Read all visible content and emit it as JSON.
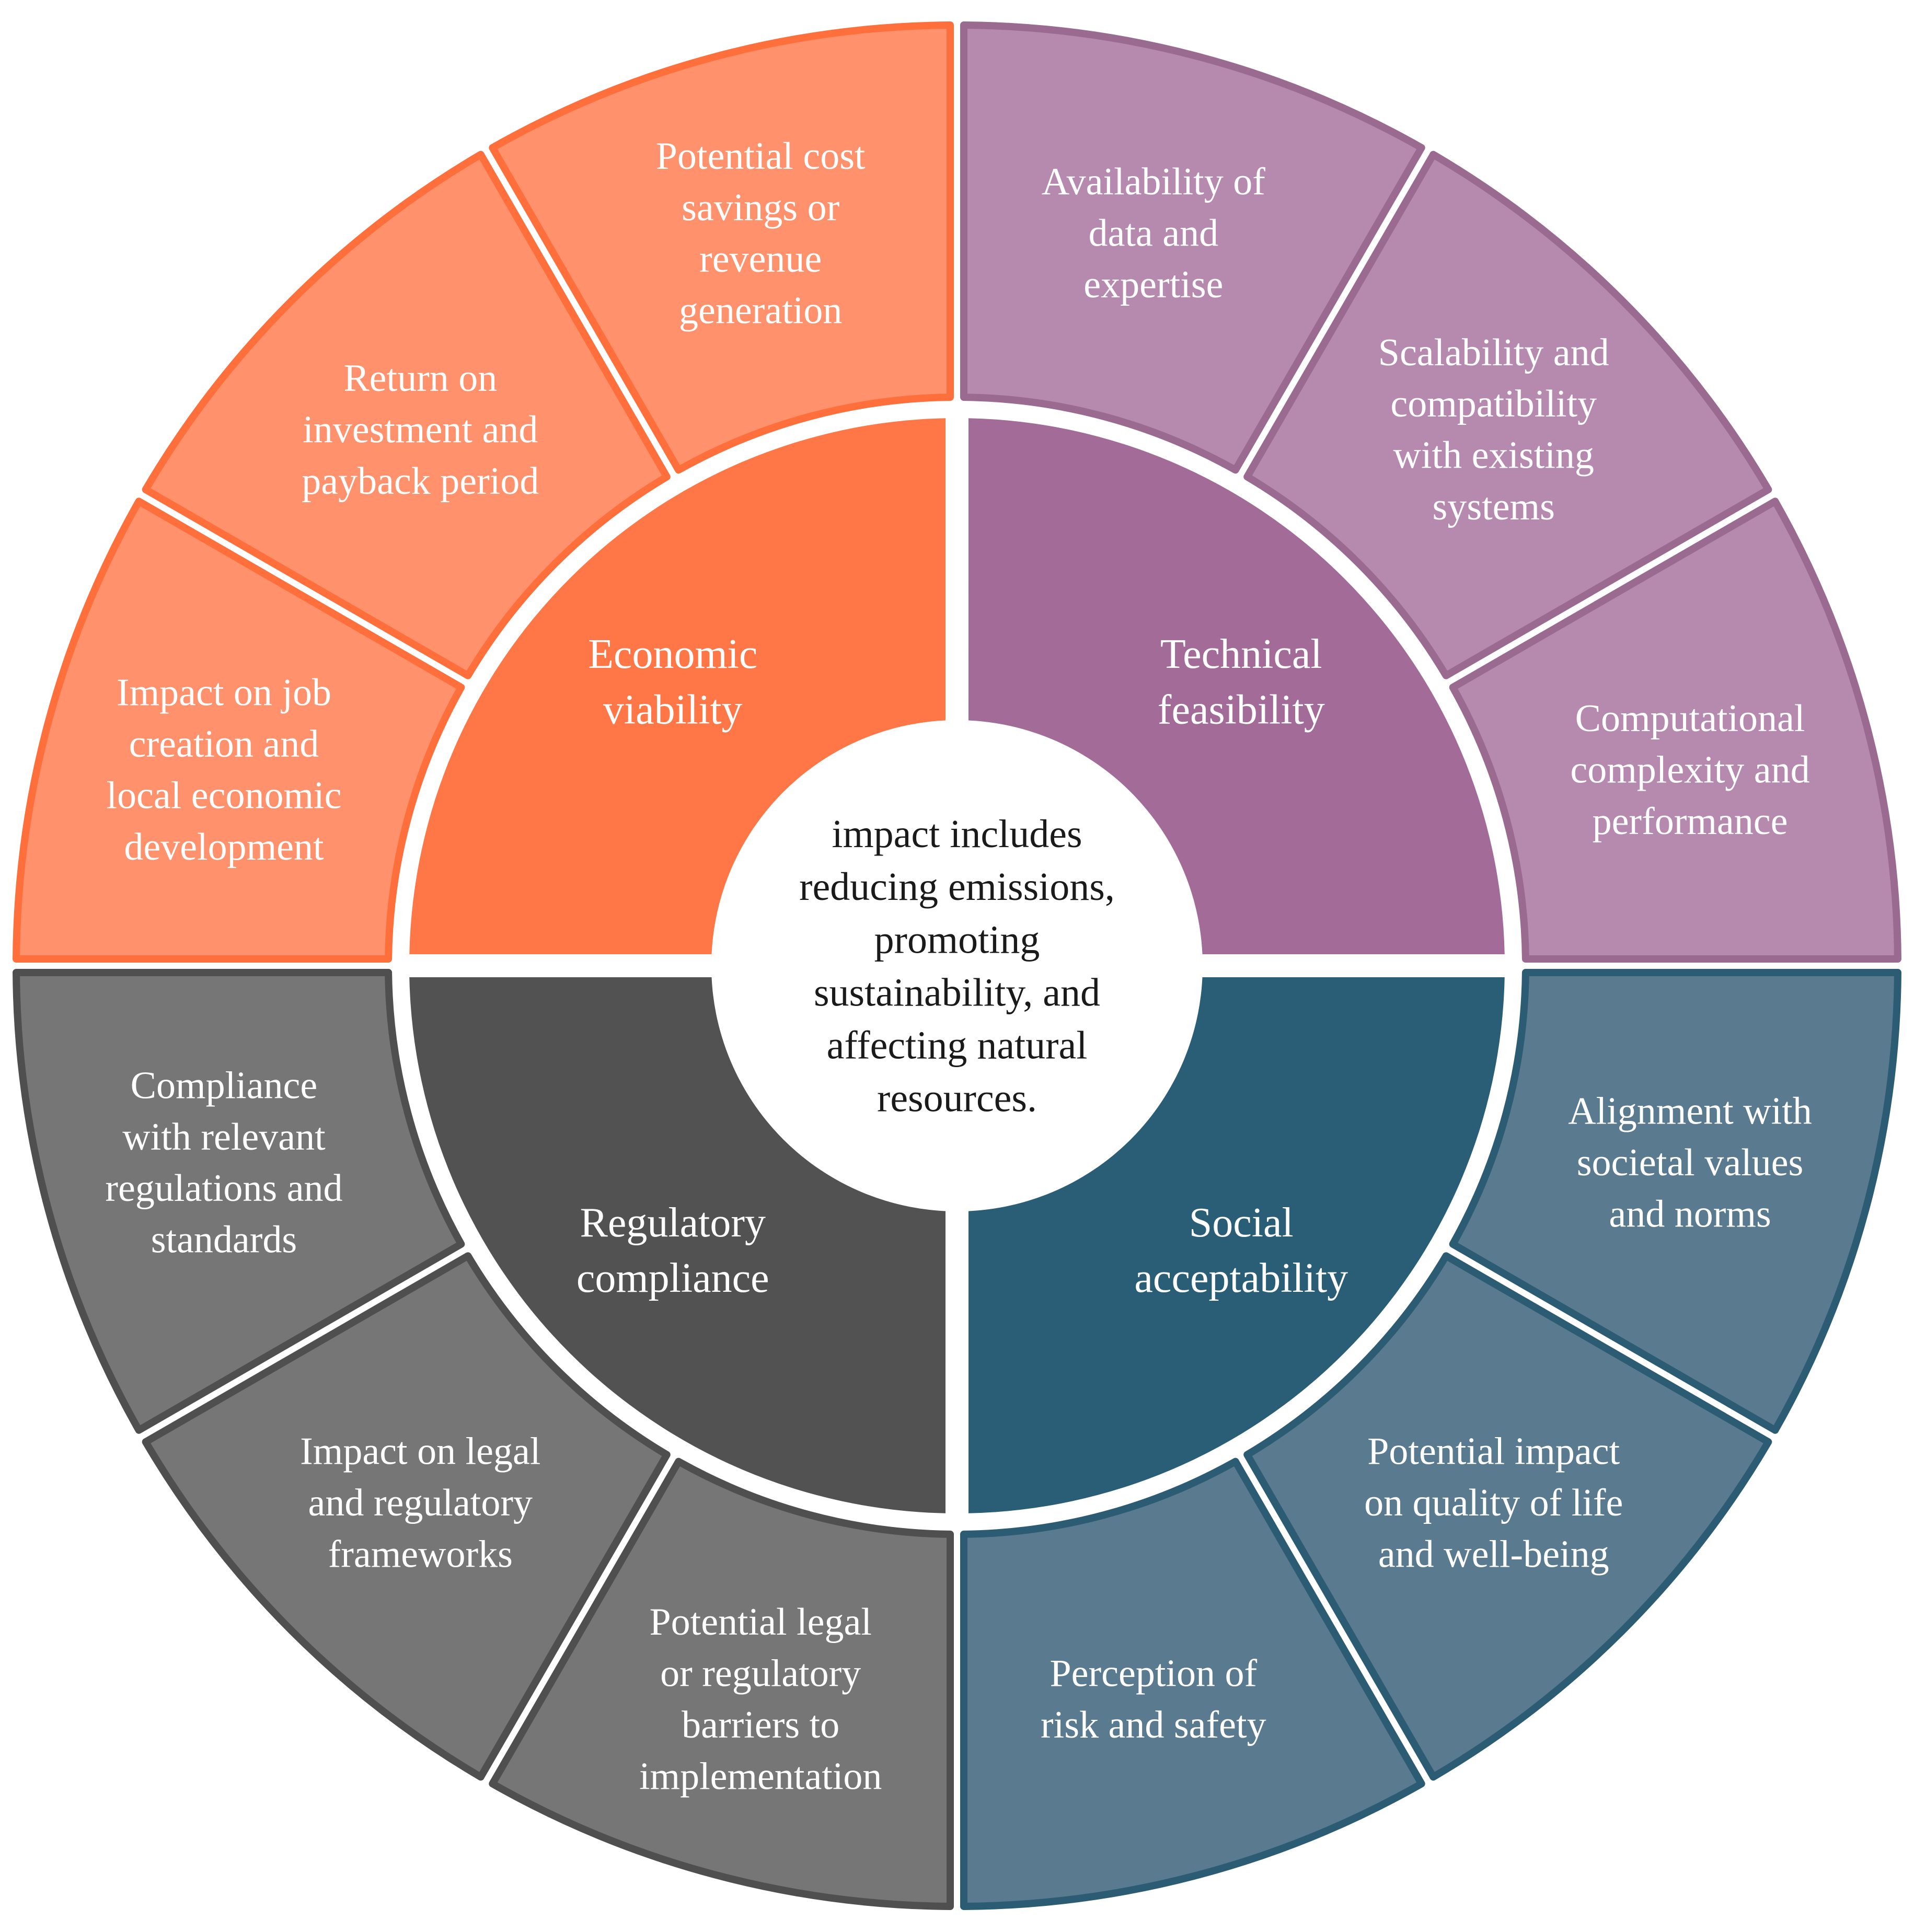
{
  "center": {
    "lines": [
      "impact includes",
      "reducing emissions,",
      "promoting",
      "sustainability, and",
      "affecting natural",
      "resources."
    ],
    "fill": "#ffffff",
    "text_color": "#1a1a1a"
  },
  "quadrants": [
    {
      "key": "economic",
      "lines": [
        "Economic",
        "viability"
      ],
      "inner_fill": "#ff7747",
      "outer_fill": "#ff916c",
      "stroke": "#ff6f3c",
      "segments": [
        {
          "lines": [
            "Impact on job",
            "creation and",
            "local economic",
            "development"
          ]
        },
        {
          "lines": [
            "Return on",
            "investment and",
            "payback period"
          ]
        },
        {
          "lines": [
            "Potential cost",
            "savings or",
            "revenue",
            "generation"
          ]
        }
      ]
    },
    {
      "key": "technical",
      "lines": [
        "Technical",
        "feasibility"
      ],
      "inner_fill": "#a36b98",
      "outer_fill": "#b68aaf",
      "stroke": "#9b6a90",
      "segments": [
        {
          "lines": [
            "Availability of",
            "data and",
            "expertise"
          ]
        },
        {
          "lines": [
            "Scalability and",
            "compatibility",
            "with existing",
            "systems"
          ]
        },
        {
          "lines": [
            "Computational",
            "complexity and",
            "performance"
          ]
        }
      ]
    },
    {
      "key": "social",
      "lines": [
        "Social",
        "acceptability"
      ],
      "inner_fill": "#295e76",
      "outer_fill": "#5a7b8f",
      "stroke": "#2b5c74",
      "segments": [
        {
          "lines": [
            "Alignment with",
            "societal values",
            "and norms"
          ]
        },
        {
          "lines": [
            "Potential impact",
            "on quality of life",
            "and well-being"
          ]
        },
        {
          "lines": [
            "Perception of",
            "risk and safety"
          ]
        }
      ]
    },
    {
      "key": "regulatory",
      "lines": [
        "Regulatory",
        "compliance"
      ],
      "inner_fill": "#525252",
      "outer_fill": "#767676",
      "stroke": "#4f4f4f",
      "segments": [
        {
          "lines": [
            "Potential legal",
            "or regulatory",
            "barriers to",
            "implementation"
          ]
        },
        {
          "lines": [
            "Impact on legal",
            "and regulatory",
            "frameworks"
          ]
        },
        {
          "lines": [
            "Compliance",
            "with relevant",
            "regulations and",
            "standards"
          ]
        }
      ]
    }
  ]
}
